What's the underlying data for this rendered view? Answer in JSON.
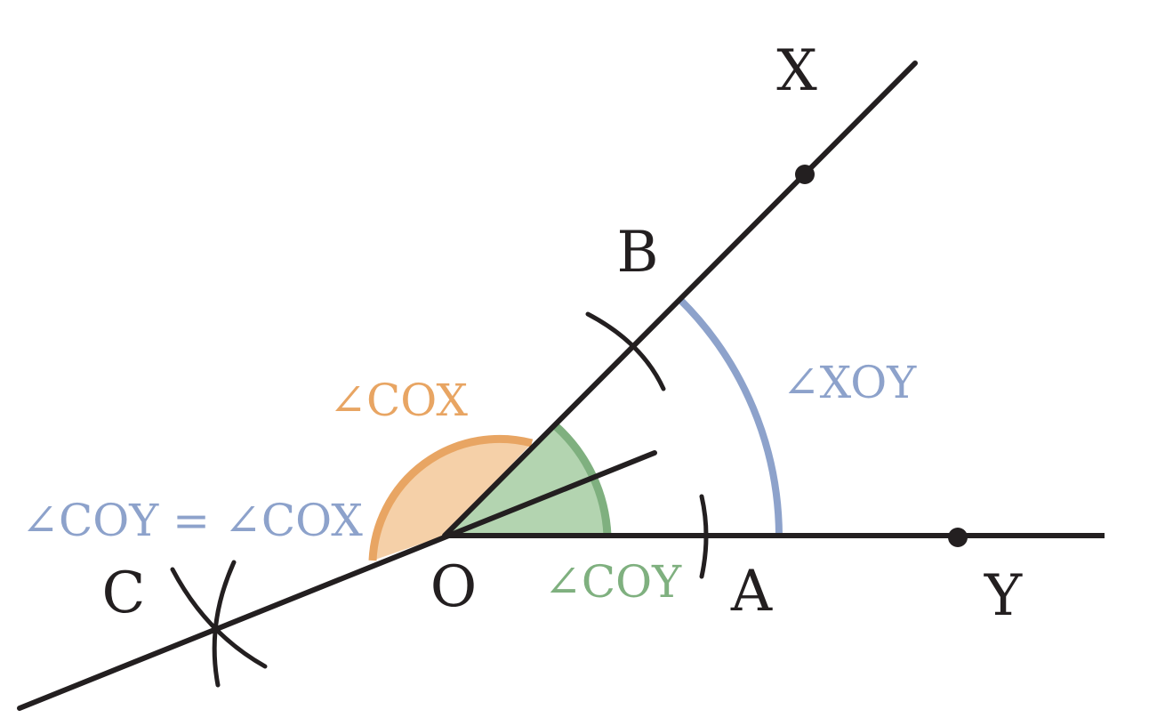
{
  "colors": {
    "line": "#231f20",
    "cox": "#e8a563",
    "cox_fill": "#f5d0a8",
    "coy": "#7fb07f",
    "coy_fill": "#b3d4b0",
    "xoy": "#8da2cb"
  },
  "points": {
    "X": "X",
    "B": "B",
    "O": "O",
    "A": "A",
    "Y": "Y",
    "C": "C"
  },
  "angles": {
    "cox": "∠COX",
    "xoy": "∠XOY",
    "coy": "∠COY",
    "equality": "∠COY = ∠COX"
  }
}
